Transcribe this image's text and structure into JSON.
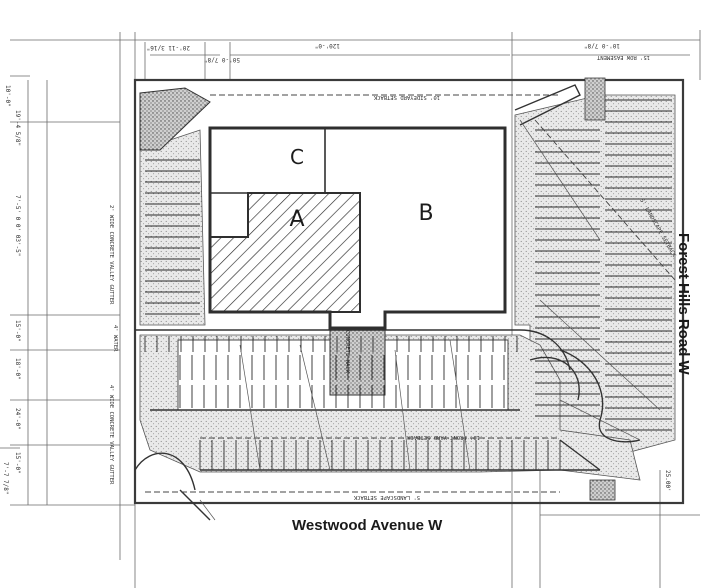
{
  "plan": {
    "buildings": [
      {
        "id": "a",
        "label": "A"
      },
      {
        "id": "b",
        "label": "B"
      },
      {
        "id": "c",
        "label": "C"
      }
    ],
    "streets": {
      "bottom": "Westwood Avenue W",
      "right": "Forest Hills Road W"
    },
    "dimensions": {
      "top_mid": "120'-0\"",
      "top_left": "20'-11 3/16\"",
      "top_left2": "50'-0 7/8\"",
      "top_right": "10'-0 7/8\"",
      "left_top": "10'-0\"",
      "left_2": "19'-4 5/8\"",
      "left_3": "7'-5' 0 0' 03'-5\"",
      "left_4": "15'-0\"",
      "left_5": "18'-0\"",
      "left_6": "24'-0\"",
      "left_7": "15'-0\"",
      "left_bottom": "7'-7 7/8\"",
      "right_small": "25.00'"
    },
    "notes": {
      "gutter_upper": "2' WIDE CONCRETE VALLEY GUTTER",
      "gutter_lower": "4' WIDE CONCRETE VALLEY GUTTER",
      "setback_bottom": "5' LANDSCAPE SETBACK",
      "setback_right": "5' LANDSCAPE SETBACK",
      "setback_front": "10' FRONT YARD SETBACK",
      "setback_side": "10' SIDEYARD SETBACK",
      "walk": "CONCRETE WALK",
      "water_left": "4' WATER",
      "easement": "15' ROW EASEMENT"
    }
  }
}
